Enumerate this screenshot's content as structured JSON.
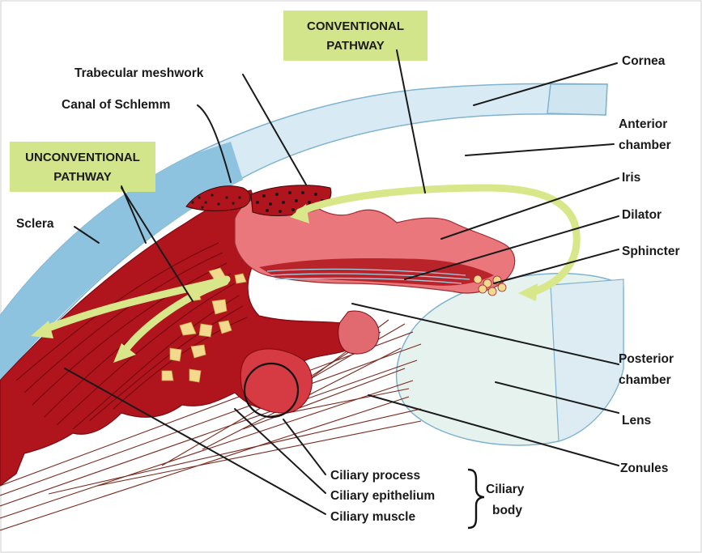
{
  "pathways": {
    "conventional": [
      "CONVENTIONAL",
      "PATHWAY"
    ],
    "unconventional": [
      "UNCONVENTIONAL",
      "PATHWAY"
    ]
  },
  "labels": {
    "trabecular_meshwork": "Trabecular meshwork",
    "canal_of_schlemm": "Canal of Schlemm",
    "sclera": "Sclera",
    "cornea": "Cornea",
    "anterior_chamber": [
      "Anterior",
      "chamber"
    ],
    "iris": "Iris",
    "dilator": "Dilator",
    "sphincter": "Sphincter",
    "posterior_chamber": [
      "Posterior",
      "chamber"
    ],
    "lens": "Lens",
    "zonules": "Zonules",
    "ciliary_process": "Ciliary process",
    "ciliary_epithelium": "Ciliary epithelium",
    "ciliary_muscle": "Ciliary muscle",
    "ciliary_body": [
      "Ciliary",
      "body"
    ]
  },
  "colors": {
    "cornea": "#d8ebf4",
    "cornea_edge": "#7fb3cf",
    "sclera_blue": "#8ec3df",
    "ciliary_red": "#b0141c",
    "iris_pink": "#e9777b",
    "pathway_green": "#d8e78a",
    "label_box": "#d3e58a",
    "lens_fill": "#e6f2ee",
    "particles": "#f2d98e"
  }
}
